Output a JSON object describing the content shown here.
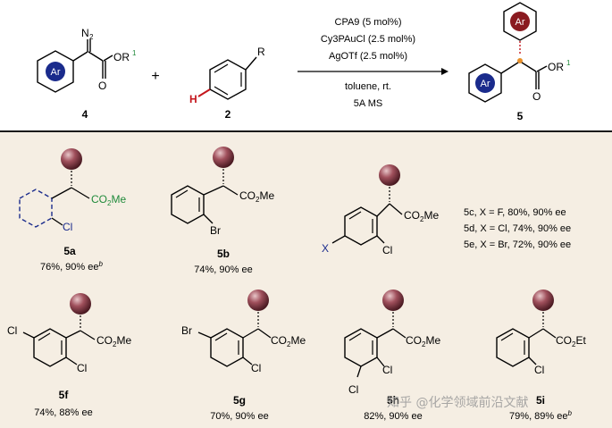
{
  "scheme": {
    "conditions": [
      "CPA9 (5 mol%)",
      "Cy3PAuCl (2.5 mol%)",
      "AgOTf (2.5 mol%)",
      "toluene, rt.",
      "5A MS"
    ],
    "reactant_1": "4",
    "reactant_2": "2",
    "product": "5",
    "plus": "+"
  },
  "compounds": [
    {
      "id": "5a",
      "yield": "76%, 90% ee",
      "note": "b"
    },
    {
      "id": "5b",
      "yield": "74%, 90% ee"
    },
    {
      "id": "5c",
      "yield": "5c, X = F,  80%, 90% ee"
    },
    {
      "id": "5d",
      "yield": "5d, X = Cl, 74%, 90% ee"
    },
    {
      "id": "5e",
      "yield": "5e, X = Br, 72%, 90% ee"
    },
    {
      "id": "5f",
      "yield": "74%, 88% ee"
    },
    {
      "id": "5g",
      "yield": "70%, 90% ee"
    },
    {
      "id": "5h",
      "yield": "82%, 90% ee"
    },
    {
      "id": "5i",
      "yield": "79%, 89% ee",
      "note": "b"
    }
  ],
  "watermark": "知乎 @化学领域前沿文献",
  "colors": {
    "blue": "#1a2b8c",
    "green": "#1f8a3a",
    "red": "#c4161c",
    "sphere": "#7a2f3c",
    "panel": "#f5eee3"
  }
}
